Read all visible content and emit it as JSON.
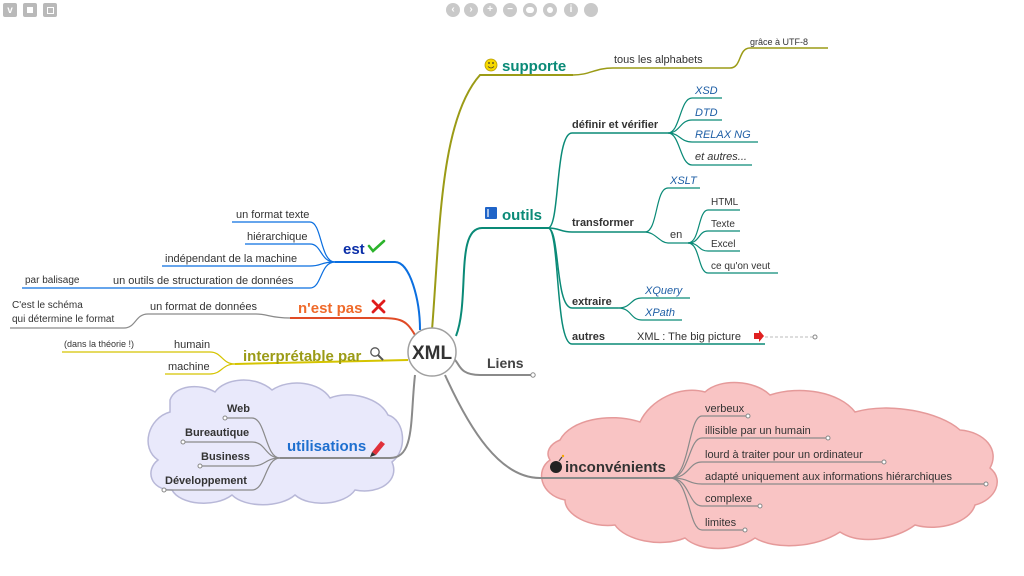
{
  "toolbar": {
    "left_buttons": [
      "v",
      "square",
      "restore"
    ],
    "center_buttons": [
      "prev",
      "next",
      "zoom-in",
      "zoom-out",
      "fit",
      "info",
      "circle"
    ]
  },
  "center": "XML",
  "branches": {
    "supporte": {
      "label": "supporte",
      "color": "#0a8a77",
      "icon": "smiley-icon",
      "child": "tous les alphabets",
      "grandchild": "grâce à UTF-8"
    },
    "outils": {
      "label": "outils",
      "color": "#0a8a77",
      "icon": "book-icon",
      "definir": {
        "label": "définir et vérifier",
        "items": [
          "XSD",
          "DTD",
          "RELAX NG",
          "et autres..."
        ]
      },
      "transformer": {
        "label": "transformer",
        "xslt": "XSLT",
        "en": "en",
        "formats": [
          "HTML",
          "Texte",
          "Excel",
          "ce qu'on veut"
        ]
      },
      "extraire": {
        "label": "extraire",
        "items": [
          "XQuery",
          "XPath"
        ]
      },
      "autres": {
        "label": "autres",
        "item": "XML : The big picture"
      }
    },
    "liens": {
      "label": "Liens"
    },
    "inconvenients": {
      "label": "inconvénients",
      "icon": "bomb-icon",
      "items": [
        "verbeux",
        "illisible par un humain",
        "lourd à traiter pour un ordinateur",
        "adapté uniquement aux informations hiérarchiques",
        "complexe",
        "limites"
      ],
      "cloud_color": "#f9c4c4"
    },
    "est": {
      "label": "est",
      "color": "#0b2fa8",
      "icon": "check-icon",
      "items": [
        "un format texte",
        "hiérarchique",
        "indépendant de la machine",
        "un outils de structuration de données"
      ],
      "sub": "par balisage"
    },
    "nest_pas": {
      "label": "n'est pas",
      "color": "#ef6a2a",
      "icon": "cross-icon",
      "item": "un format de données",
      "note_line1": "C'est le schéma",
      "note_line2": "qui détermine le format"
    },
    "interpretable": {
      "label": "interprétable par",
      "color": "#9b9b16",
      "icon": "magnifier-icon",
      "items": [
        "humain",
        "machine"
      ],
      "note": "(dans la théorie !)"
    },
    "utilisations": {
      "label": "utilisations",
      "color": "#1e6fcf",
      "icon": "pencil-icon",
      "items": [
        "Web",
        "Bureautique",
        "Business",
        "Développement"
      ],
      "cloud_color": "#e8e8fa"
    }
  }
}
